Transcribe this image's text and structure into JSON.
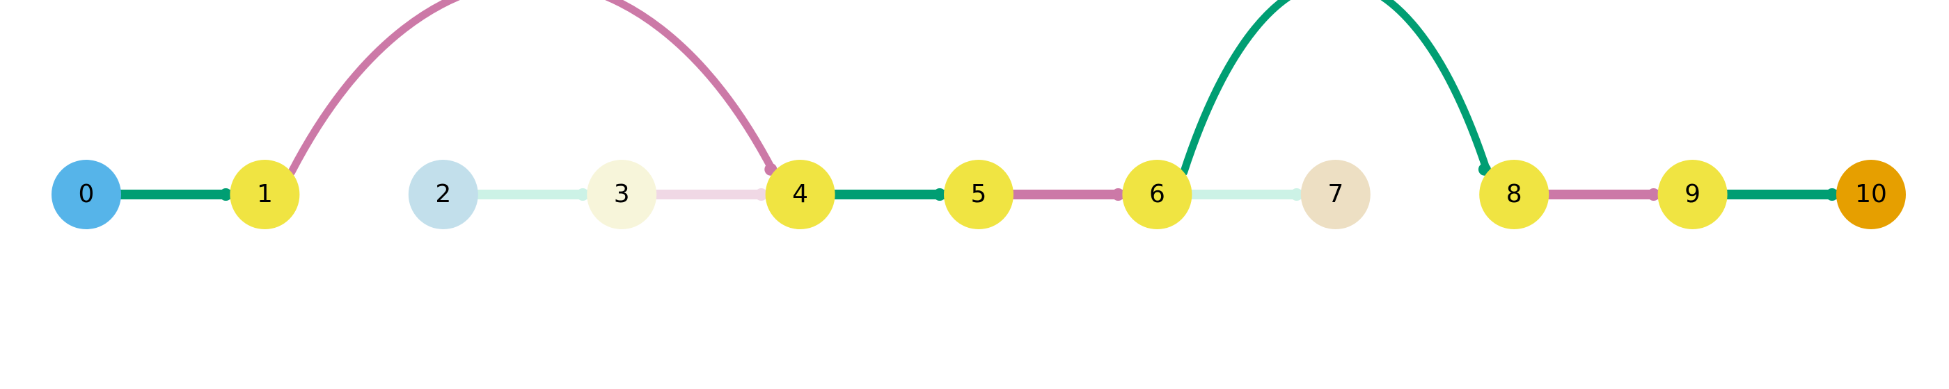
{
  "diagram": {
    "type": "node-link-path",
    "nodes": [
      {
        "id": "n0",
        "label": "0",
        "color": "#56B4E9"
      },
      {
        "id": "n1",
        "label": "1",
        "color": "#F0E442"
      },
      {
        "id": "n2",
        "label": "2",
        "color": "#C2DFEB"
      },
      {
        "id": "n3",
        "label": "3",
        "color": "#F7F5DA"
      },
      {
        "id": "n4",
        "label": "4",
        "color": "#F0E442"
      },
      {
        "id": "n5",
        "label": "5",
        "color": "#F0E442"
      },
      {
        "id": "n6",
        "label": "6",
        "color": "#F0E442"
      },
      {
        "id": "n7",
        "label": "7",
        "color": "#EDDFC3"
      },
      {
        "id": "n8",
        "label": "8",
        "color": "#F0E442"
      },
      {
        "id": "n9",
        "label": "9",
        "color": "#F0E442"
      },
      {
        "id": "n10",
        "label": "10",
        "color": "#E69F00"
      }
    ],
    "edges": [
      {
        "from": 0,
        "to": 1,
        "color": "#009E73",
        "style": "straight"
      },
      {
        "from": 1,
        "to": 4,
        "color": "#CC79A7",
        "style": "arc"
      },
      {
        "from": 2,
        "to": 3,
        "color": "#CCF2E6",
        "style": "straight"
      },
      {
        "from": 3,
        "to": 4,
        "color": "#F0D8E5",
        "style": "straight"
      },
      {
        "from": 4,
        "to": 5,
        "color": "#009E73",
        "style": "straight"
      },
      {
        "from": 5,
        "to": 6,
        "color": "#CC79A7",
        "style": "straight"
      },
      {
        "from": 6,
        "to": 7,
        "color": "#CCF2E6",
        "style": "straight"
      },
      {
        "from": 6,
        "to": 8,
        "color": "#009E73",
        "style": "arc"
      },
      {
        "from": 8,
        "to": 9,
        "color": "#CC79A7",
        "style": "straight"
      },
      {
        "from": 9,
        "to": 10,
        "color": "#009E73",
        "style": "straight"
      }
    ]
  }
}
